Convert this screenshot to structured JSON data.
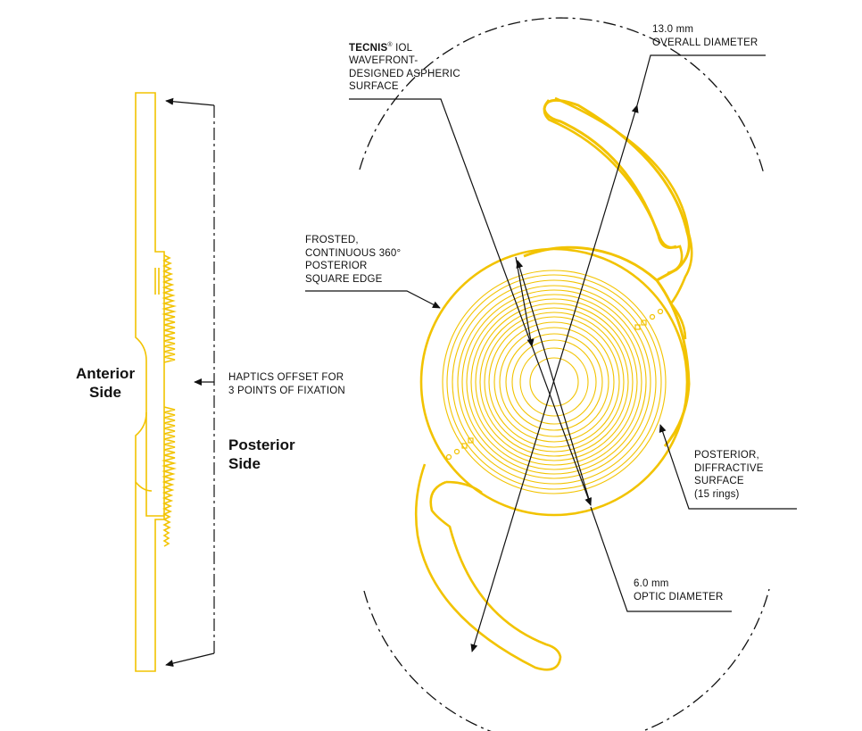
{
  "labels": {
    "aspheric": {
      "brand": "TECNIS",
      "reg": "®",
      "line1_rest": " IOL",
      "line2": "WAVEFRONT-",
      "line3": "DESIGNED ASPHERIC",
      "line4": "SURFACE"
    },
    "overall": {
      "line1": "13.0 mm",
      "line2": "OVERALL DIAMETER"
    },
    "frosted": {
      "line1": "FROSTED,",
      "line2": "CONTINUOUS 360°",
      "line3": "POSTERIOR",
      "line4": "SQUARE EDGE"
    },
    "haptics": {
      "line1": "HAPTICS OFFSET FOR",
      "line2": "3 POINTS OF FIXATION"
    },
    "anterior": {
      "line1": "Anterior",
      "line2": "Side"
    },
    "posterior": {
      "line1": "Posterior",
      "line2": "Side"
    },
    "diffractive": {
      "line1": "POSTERIOR,",
      "line2": "DIFFRACTIVE",
      "line3": "SURFACE",
      "line4": "(15 rings)"
    },
    "optic": {
      "line1": "6.0 mm",
      "line2": "OPTIC DIAMETER"
    }
  },
  "colors": {
    "lens": "#f2c300",
    "ink": "#111111"
  },
  "rings": {
    "count": 15
  }
}
